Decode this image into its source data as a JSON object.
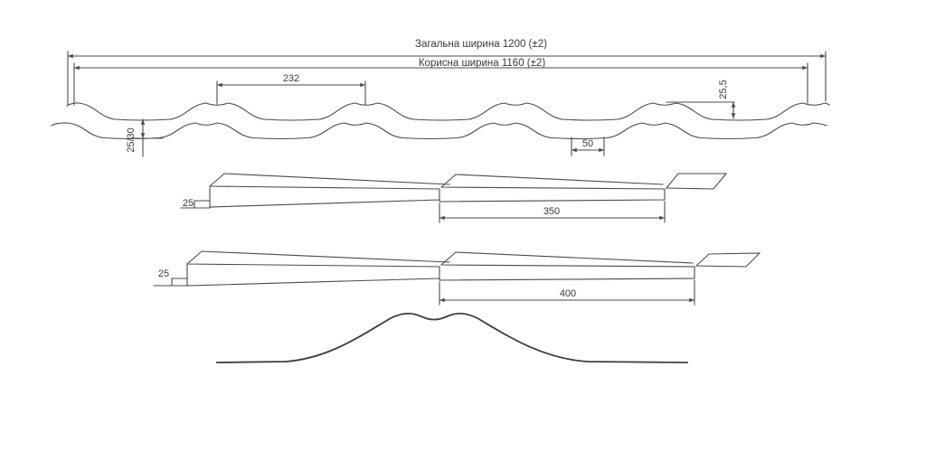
{
  "meta": {
    "background_color": "#ffffff",
    "line_color": "#4a4a4a",
    "text_color": "#3a3a3a",
    "drawing_type": "metal roof tile profile drawing"
  },
  "dimensions": {
    "total_width_label": "Загальна ширина 1200 (±2)",
    "useful_width_label": "Корисна ширина 1160 (±2)",
    "wave_pitch": "232",
    "wave_depth_right": "25,5",
    "profile_height": "25/30",
    "valley_flat_width": "50",
    "module_350": {
      "edge_lip": "25",
      "length": "350"
    },
    "module_400": {
      "edge_lip": "25",
      "length": "400"
    }
  }
}
